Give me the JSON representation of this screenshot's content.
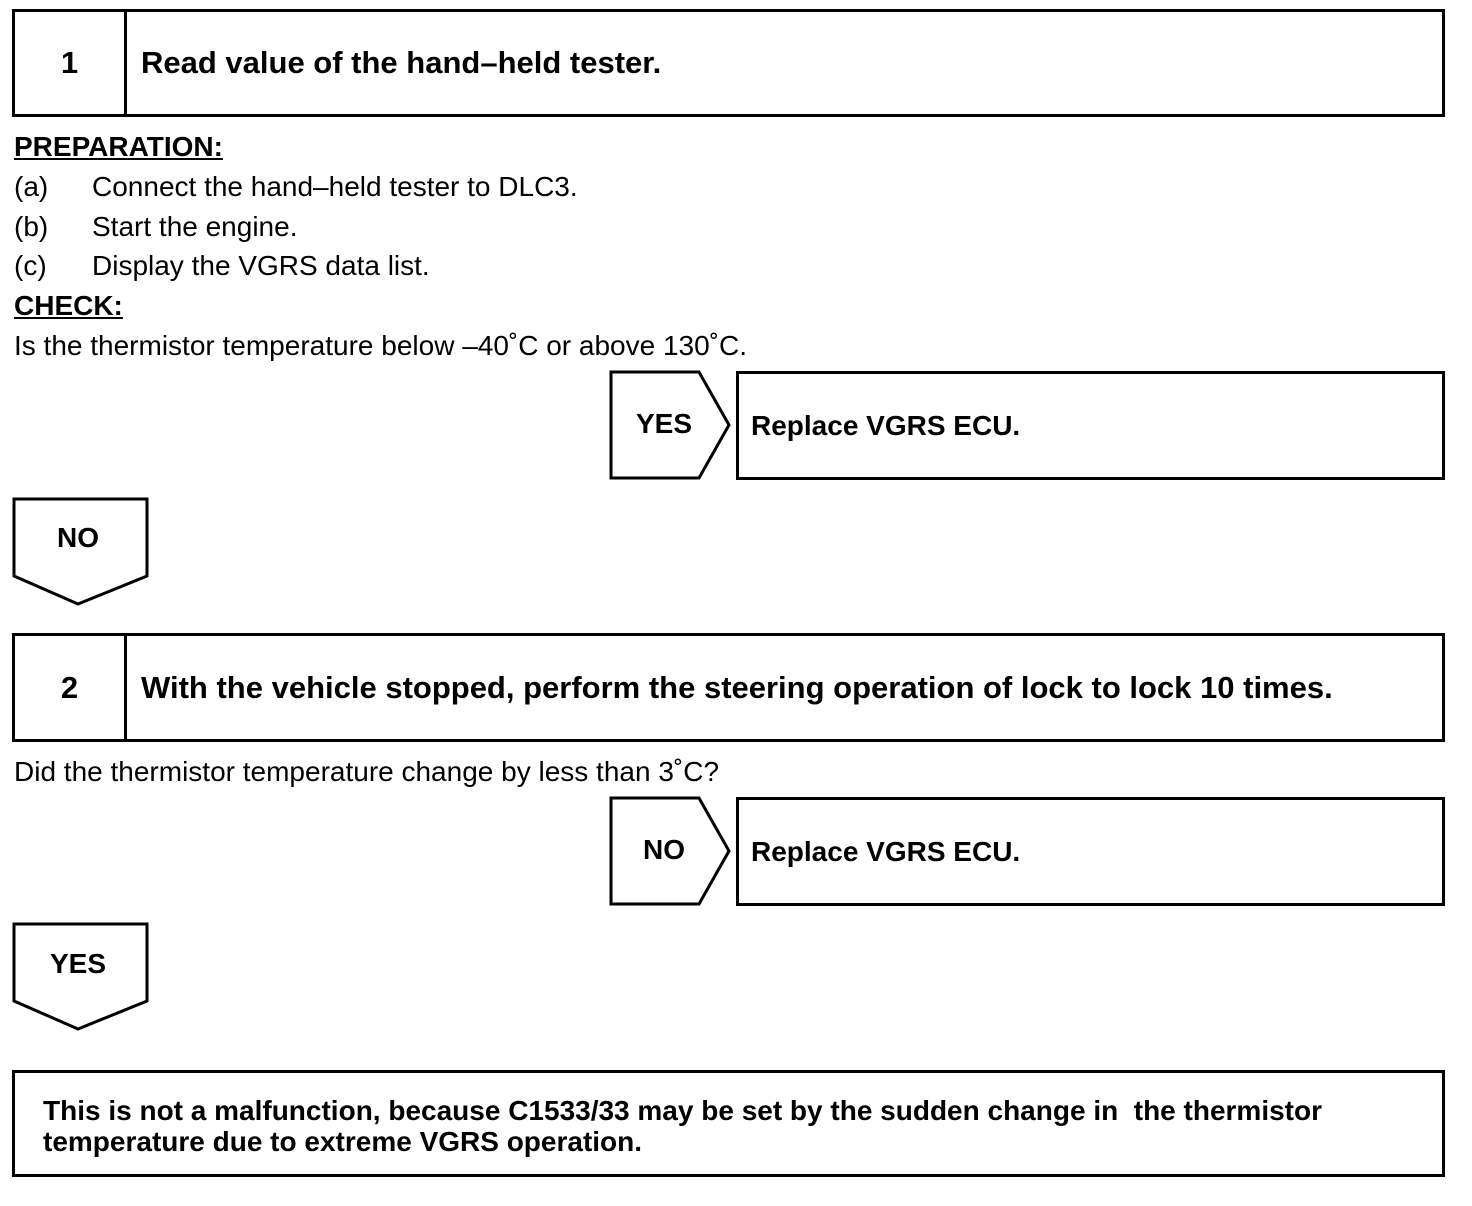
{
  "step1": {
    "number": "1",
    "title": "Read value of the hand–held tester.",
    "preparation_heading": "PREPARATION:",
    "preparation_items": [
      {
        "label": "(a)",
        "text": "Connect the hand–held tester to DLC3."
      },
      {
        "label": "(b)",
        "text": "Start the engine."
      },
      {
        "label": "(c)",
        "text": "Display the VGRS data list."
      }
    ],
    "check_heading": "CHECK:",
    "check_text": "Is the thermistor temperature below –40˚C or above 130˚C.",
    "right_branch": {
      "label": "YES",
      "result": "Replace VGRS ECU."
    },
    "down_branch": {
      "label": "NO"
    }
  },
  "step2": {
    "number": "2",
    "title": "With the vehicle stopped, perform the steering operation of lock to lock 10 times.",
    "question": "Did the thermistor temperature change by less than 3˚C?",
    "right_branch": {
      "label": "NO",
      "result": "Replace VGRS ECU."
    },
    "down_branch": {
      "label": "YES"
    }
  },
  "conclusion": {
    "line1": "This is not a malfunction, because C1533/33 may be set by the sudden change in  the thermistor",
    "line2": "temperature due to extreme VGRS operation."
  }
}
